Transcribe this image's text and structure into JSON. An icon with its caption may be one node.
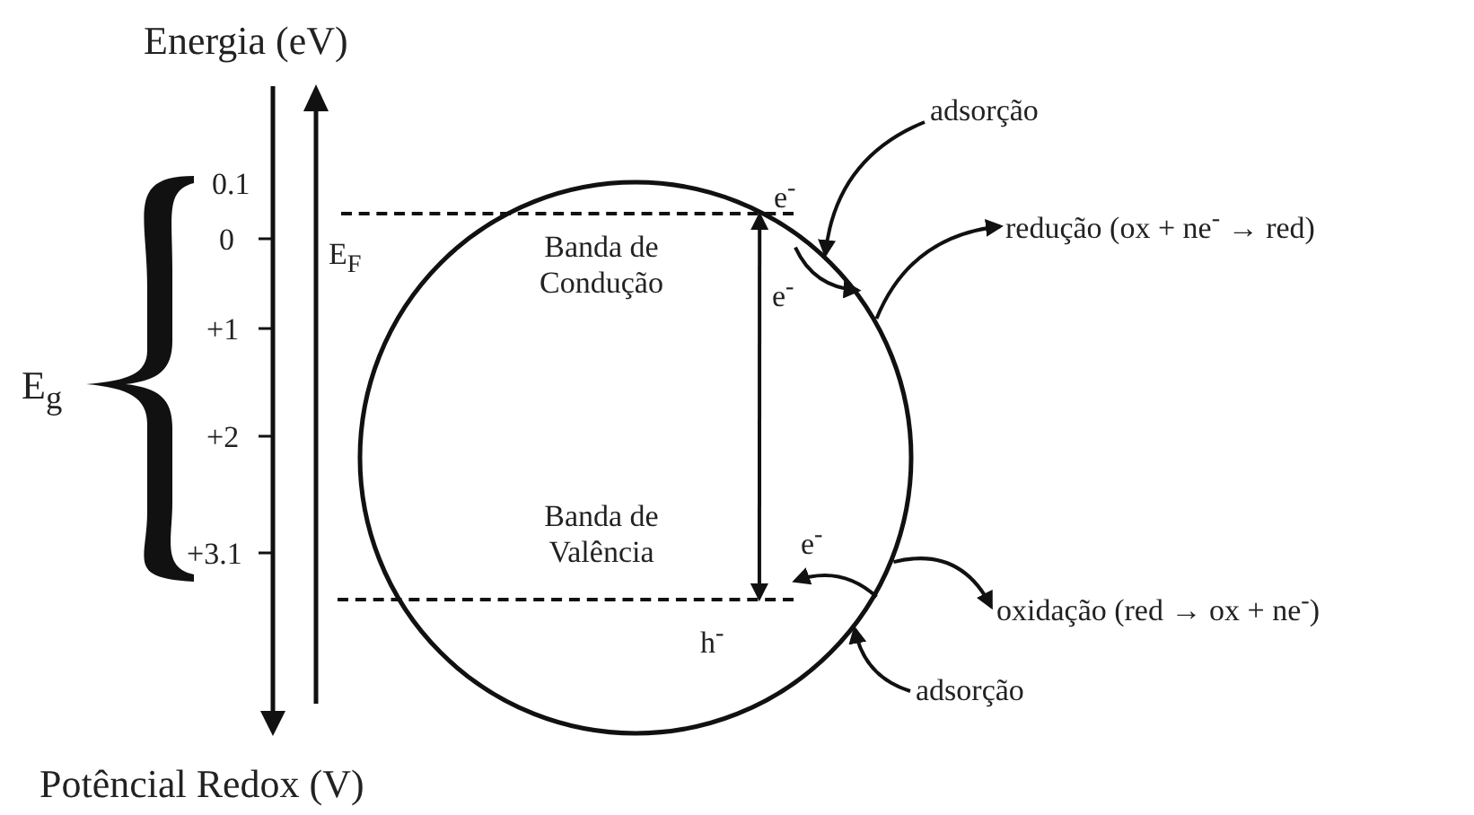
{
  "diagram": {
    "nodes": [
      {
        "text": [],
        "shape": "circle"
      },
      {
        "text": [
          "Banda de Condução"
        ],
        "in": 0
      },
      {
        "text": [
          "Banda de Valência"
        ],
        "in": 0
      },
      {
        "text": [
          "adsorção"
        ]
      },
      {
        "text": [
          "redução (ox + ne$^{-}$ → red)"
        ]
      },
      {
        "text": [
          "oxidação (red → ox + ne$^{-}$)"
        ]
      },
      {
        "text": [
          "adsorção"
        ]
      }
    ],
    "edges": [
      {
        "from": 3,
        "to": 0,
        "arrow": "to"
      },
      {
        "from": 1,
        "to": 0,
        "arrow": "to"
      },
      {
        "from": 0,
        "to": 4,
        "arrow": "to"
      },
      {
        "from": 1,
        "to": 2,
        "arrow": "both"
      },
      {
        "from": 0,
        "to": 2,
        "arrow": "to"
      },
      {
        "from": 0,
        "to": 5,
        "arrow": "to"
      },
      {
        "from": 6,
        "to": 0,
        "arrow": "to"
      }
    ],
    "labels": [
      "Energia (eV)",
      "0.1",
      "0",
      "+1",
      "+2",
      "+3.1",
      "E$_{g}$",
      "E$_{F}$",
      "e$^{-}$",
      "e$^{-}$",
      "e$^{-}$",
      "h$^{-}$",
      "Potêncial Redox (V)"
    ]
  }
}
